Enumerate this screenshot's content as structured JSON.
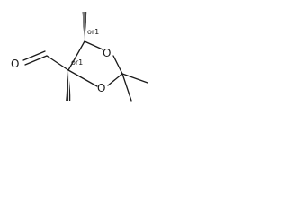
{
  "molecule": {
    "atoms": {
      "aldehyde_oxygen": "O",
      "ring_oxygen_upper": "O",
      "ring_oxygen_lower": "O"
    },
    "stereo_labels": {
      "c5": "or1",
      "c4": "or1"
    }
  }
}
